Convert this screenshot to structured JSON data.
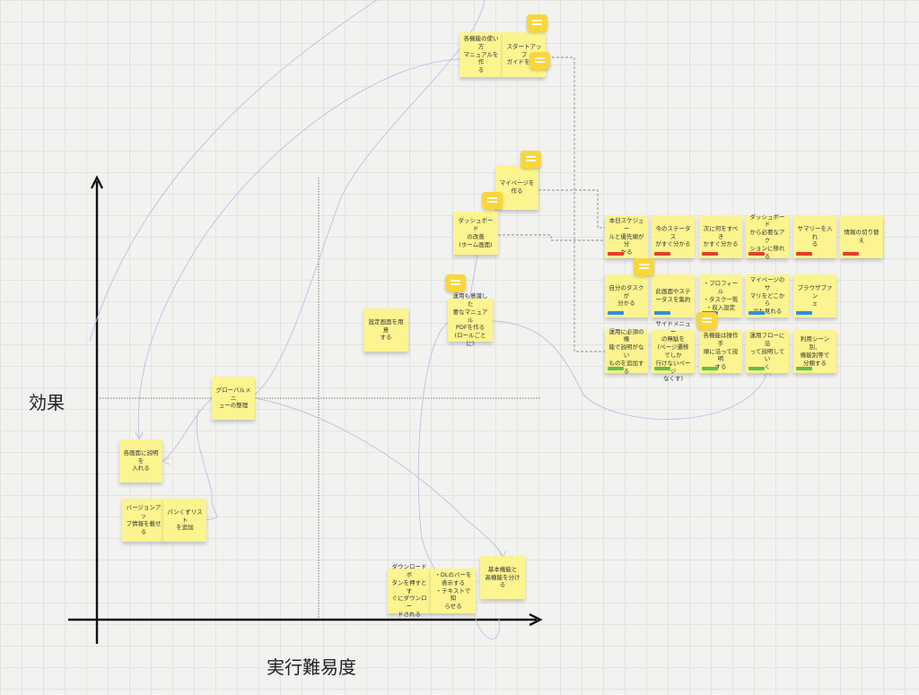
{
  "axes": {
    "y_label": "効果",
    "x_label": "実行難易度"
  },
  "colors": {
    "note": "#fbf48f",
    "comment": "#f9d63c",
    "red": "#e64027",
    "blue": "#2d8fe3",
    "green": "#5cc04a"
  },
  "notes": [
    {
      "text": "各機能の使い方\nマニュアルを作\nる"
    },
    {
      "text": "スタートアップ\nガイドを作る"
    },
    {
      "text": "マイページを\n作る"
    },
    {
      "text": "ダッシュボード\nの改善\n(ホーム画面)"
    },
    {
      "text": "運用も意識した\n要なマニュアル\nPDFを作る\n(ロールごとに)"
    },
    {
      "text": "設定画面を用意\nする"
    },
    {
      "text": "グローバルメニ\nューの整理"
    },
    {
      "text": "各画面に説明を\n入れる"
    },
    {
      "text": "バージョンアッ\nプ情報を載せる"
    },
    {
      "text": "パンくずリスト\nを追加"
    },
    {
      "text": "ダウンロードボ\nタンを押すとす\nぐにダウンロー\nドされる"
    },
    {
      "text": "・DLのバーを\n表示する\n・テキストで知\nらせる"
    },
    {
      "text": "基本機能と\n高機能を分ける"
    },
    {
      "text": "本日スケジュー\nルと優先順が分\nかる",
      "tag": "red"
    },
    {
      "text": "今のステータス\nがすぐ分かる",
      "tag": "red"
    },
    {
      "text": "次に何をすべき\nかすぐ分かる",
      "tag": "red"
    },
    {
      "text": "ダッシュボード\nから必要なアク\nションに移れる",
      "tag": "red"
    },
    {
      "text": "サマリーを入れ\nる",
      "tag": "red"
    },
    {
      "text": "情報の切り替え",
      "tag": "red"
    },
    {
      "text": "自分のタスクが\n分かる",
      "tag": "blue"
    },
    {
      "text": "此画面やステ\nータスを集約",
      "tag": "blue"
    },
    {
      "text": "・プロフィール\n・タスク一覧\n・収入設定",
      "tag": "blue"
    },
    {
      "text": "マイページのサ\nマリをどこから\nでも見れる",
      "tag": "blue"
    },
    {
      "text": "ブラウザブァン\nェ",
      "tag": "blue"
    },
    {
      "text": "運用に必須の機\n能で説明がない\nものを追加する",
      "tag": "green"
    },
    {
      "text": "サイドメニュー\nの無駄を\n(ページ遷移でしか\n行けないページ\nなくす)",
      "tag": "green"
    },
    {
      "text": "各機能は操作手\n順に沿って説明\nする",
      "tag": "green"
    },
    {
      "text": "運用フローに沿\nって説明してい\nく",
      "tag": "green"
    },
    {
      "text": "利用シーン別、\n機能別等で\n分類する",
      "tag": "green"
    }
  ],
  "comments": [
    {
      "icon": "comment-icon"
    },
    {
      "icon": "comment-icon"
    },
    {
      "icon": "comment-icon"
    },
    {
      "icon": "comment-icon"
    },
    {
      "icon": "comment-icon"
    },
    {
      "icon": "comment-icon"
    },
    {
      "icon": "comment-icon"
    }
  ]
}
